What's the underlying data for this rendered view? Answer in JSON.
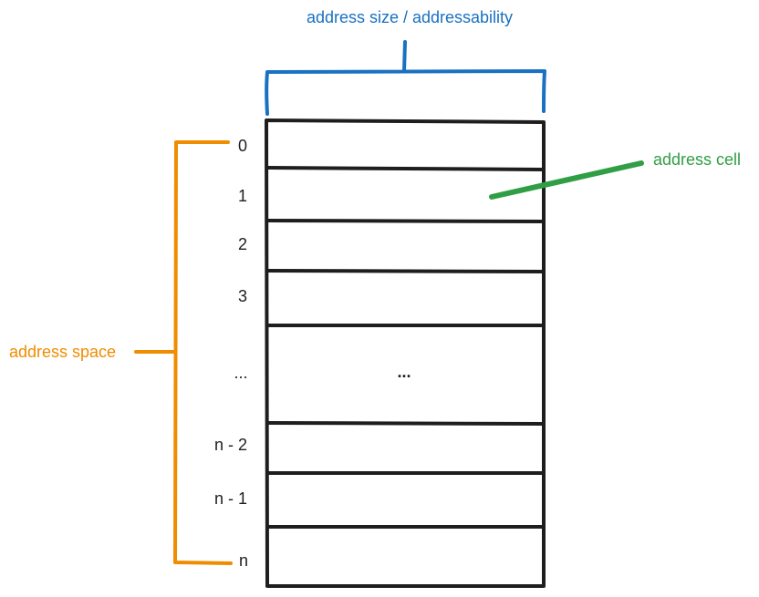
{
  "labels": {
    "top": "address size / addressability",
    "cell": "address cell",
    "space": "address space",
    "ellipsis": "..."
  },
  "indices": [
    "0",
    "1",
    "2",
    "3",
    "...",
    "n - 2",
    "n - 1",
    "n"
  ],
  "colors": {
    "blue": "#1971c2",
    "green": "#2f9e44",
    "orange": "#f08c00",
    "ink": "#1e1e1e"
  }
}
